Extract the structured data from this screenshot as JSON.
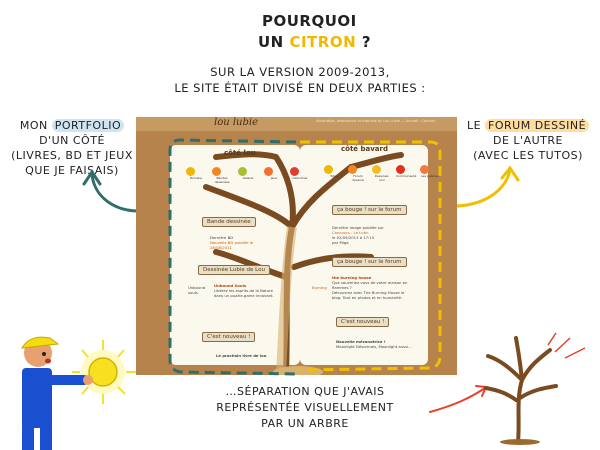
{
  "header": {
    "line1": "Pourquoi",
    "line2_prefix": "un ",
    "line2_highlight": "citron",
    "line2_suffix": " ?"
  },
  "intro": {
    "line1": "Sur la version 2009-2013,",
    "line2": "le site était divisé en deux parties :"
  },
  "left_label": {
    "prefix": "Mon ",
    "highlight": "portfolio",
    "line2": "d'un côté",
    "line3": "(livres, BD et jeux",
    "line4": "que je faisais)"
  },
  "right_label": {
    "prefix": "Le ",
    "highlight": "forum dessiné",
    "line2": "de l'autre",
    "line3": "(avec les tutos)"
  },
  "bottom": {
    "line1": "…séparation que j'avais",
    "line2": "représentée visuellement",
    "line3": "par un arbre"
  },
  "screenshot": {
    "logo": "lou lubie",
    "header_links": "Illustration, webcomics et tutoriels by Lou Lubie — Accueil · Contact",
    "left_title": "côté lou",
    "right_title": "côté bavard",
    "left_fruits": [
      "Romans",
      "Bandes dessinées",
      "Galerie",
      "Jeux",
      "Calendrier"
    ],
    "right_fruits": [
      "Tutos",
      "Forum dessiné",
      "Dessinez-moi",
      "Communauté",
      "Les galeries"
    ],
    "banner_bd": "Bande dessinée",
    "banner_lubie": "Dessinée Lubie de Lou",
    "banner_nouveau_left": "C'est nouveau !",
    "banner_bouge": "ça bouge ! sur le forum",
    "banner_bouge2": "ça bouge ! sur le forum",
    "banner_nouveau_right": "C'est nouveau !",
    "bd_text1": "Dernière BD",
    "bd_text2": "Nouvelle BD publiée le 28/08/2011",
    "bd_link": "Nouvelle BD",
    "unbound_title": "Unbound Souls",
    "unbound_desc": "Libérez les esprits de la Nature dans un puzzle-game innovant.",
    "unbound_label": "Unbound souls",
    "prochain": "Le prochain livre de lou",
    "forum_text1": "Dernière image publiée sur",
    "forum_text2": "Concours - Le Lutin",
    "forum_text3": "le 02/09/2013 à 17:15",
    "forum_text4": "par Miga",
    "burning_title": "the burning house",
    "burning_q": "Que sauveriez-vous de votre maison en flammes ?",
    "burning_desc": "Découvrez avec The Burning House le blog. Tout en photos et en humanité.",
    "burning_label": "Burning",
    "meca_title": "Nouvelle mécanotrice !",
    "meca_desc": "Moonlight Désormais, Moonlight aussi..."
  },
  "colors": {
    "citron": "#f0b800",
    "left_dash": "#2f6f6a",
    "right_dash": "#f0c000",
    "portfolio_bg": "#cfe6f2",
    "forum_bg": "#ffdca0",
    "cork": "#b5834b",
    "arrow_red": "#e8402a",
    "character_blue": "#1a4fd0",
    "hat_yellow": "#f5dc10",
    "tree_brown": "#7a4a20"
  },
  "icons": [
    "arrow-left-curved-icon",
    "arrow-right-curved-icon",
    "arrow-red-icon",
    "tree-icon",
    "lemon-icon",
    "character-icon"
  ]
}
